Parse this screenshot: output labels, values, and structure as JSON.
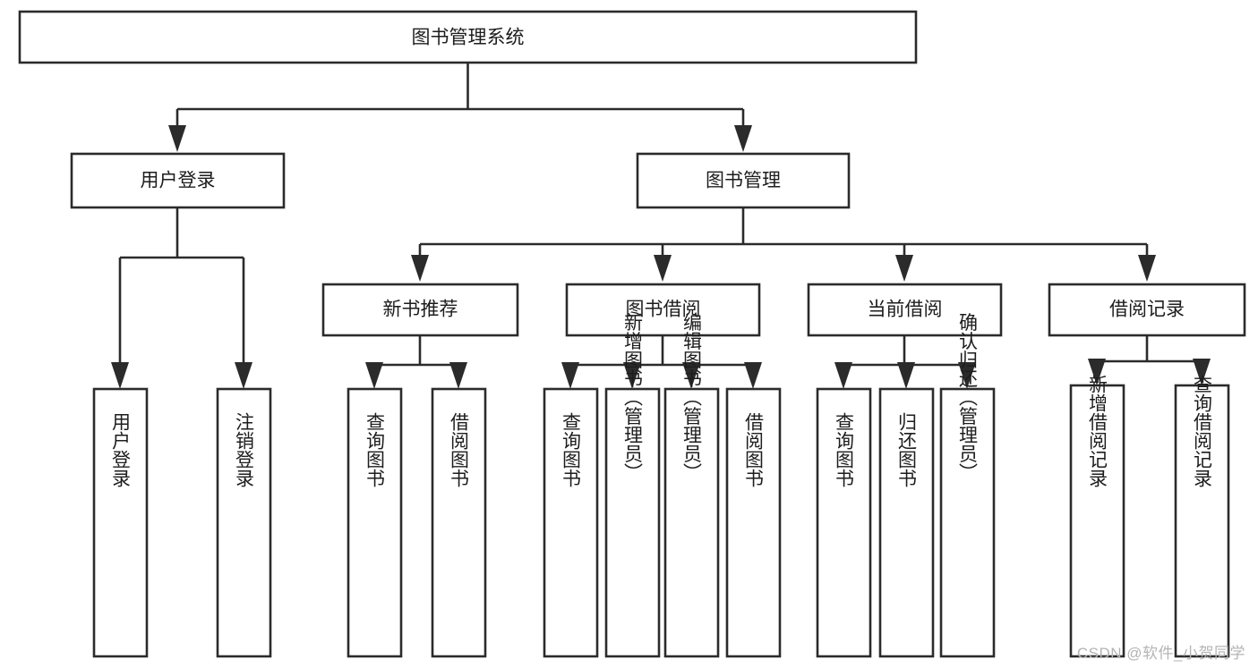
{
  "diagram": {
    "type": "tree-hierarchy",
    "title": "图书管理系统",
    "orientation": "top-down",
    "colors": {
      "box_stroke": "#2b2b2b",
      "box_fill": "#ffffff",
      "text": "#1d1d1d",
      "connector": "#2b2b2b",
      "watermark": "#b4b4b4",
      "background": "#ffffff"
    },
    "root": {
      "label": "图书管理系统"
    },
    "level2": [
      {
        "label": "用户登录"
      },
      {
        "label": "图书管理"
      }
    ],
    "level3": [
      {
        "label": "新书推荐"
      },
      {
        "label": "图书借阅"
      },
      {
        "label": "当前借阅"
      },
      {
        "label": "借阅记录"
      }
    ],
    "leaves": {
      "user_login": [
        {
          "label": "用户登录"
        },
        {
          "label": "注销登录"
        }
      ],
      "new_book_recommend": [
        {
          "label": "查询图书"
        },
        {
          "label": "借阅图书"
        }
      ],
      "book_borrow": [
        {
          "label": "查询图书"
        },
        {
          "label": "新增图书（管理员）"
        },
        {
          "label": "编辑图书（管理员）"
        },
        {
          "label": "借阅图书"
        }
      ],
      "current_borrow": [
        {
          "label": "查询图书"
        },
        {
          "label": "归还图书"
        },
        {
          "label": "确认归还（管理员）"
        }
      ],
      "borrow_record": [
        {
          "label": "新增借阅记录"
        },
        {
          "label": "查询借阅记录"
        }
      ]
    }
  },
  "watermark": {
    "text": "CSDN @软件_小贺同学"
  }
}
